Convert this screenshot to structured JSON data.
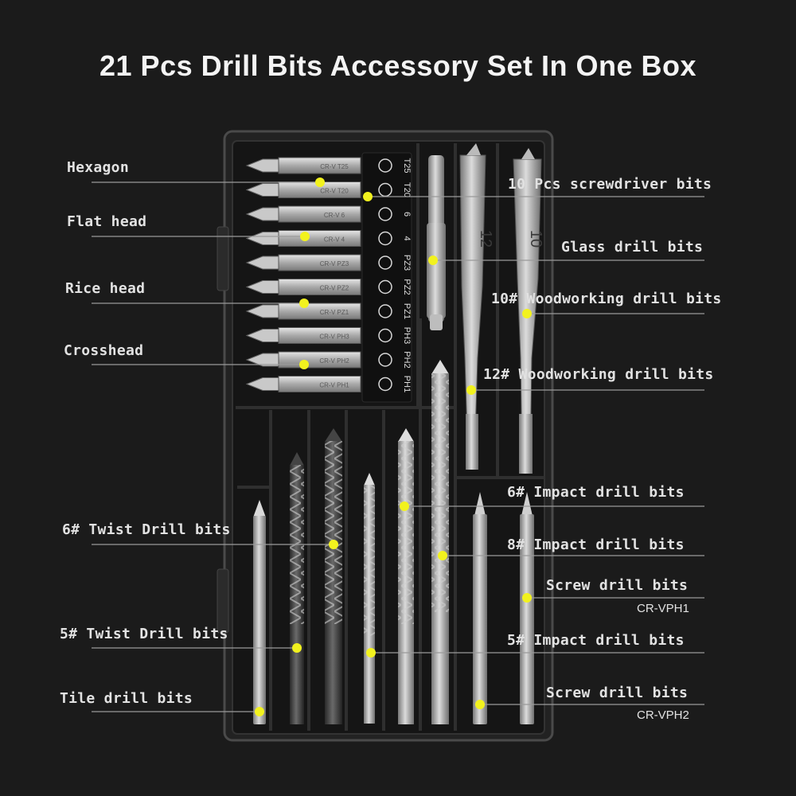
{
  "title": "21 Pcs Drill Bits Accessory Set In One Box",
  "colors": {
    "background": "#1b1b1b",
    "dot": "#f2f21e",
    "line": "#9a9a9a",
    "text": "#e2e2e2"
  },
  "left_labels": {
    "hexagon": "Hexagon",
    "flat_head": "Flat head",
    "rice_head": "Rice head",
    "crosshead": "Crosshead",
    "twist6": "6# Twist Drill bits",
    "twist5": "5# Twist Drill bits",
    "tile": "Tile drill bits"
  },
  "right_labels": {
    "screwdriver_bits": "10 Pcs screwdriver bits",
    "glass": "Glass drill bits",
    "wood10": "10# Woodworking drill bits",
    "wood12": "12# Woodworking drill bits",
    "impact6": "6# Impact drill bits",
    "impact8": "8# Impact drill bits",
    "screw1": "Screw drill bits",
    "screw1_code": "CR-VPH1",
    "impact5": "5# Impact drill bits",
    "screw2": "Screw drill bits",
    "screw2_code": "CR-VPH2"
  },
  "bit_types": [
    "T25",
    "T20",
    "6",
    "4",
    "PZ3",
    "PZ2",
    "PZ1",
    "PH3",
    "PH2",
    "PH1"
  ],
  "spade_sizes": [
    "12",
    "10"
  ],
  "bit_markings": [
    "CR-V T25",
    "CR-V T20",
    "CR-V 6",
    "CR-V 4",
    "CR-V PZ3",
    "CR-V PZ2",
    "CR-V PZ1",
    "CR-V PH3",
    "CR-V PH2",
    "CR-V PH1"
  ]
}
